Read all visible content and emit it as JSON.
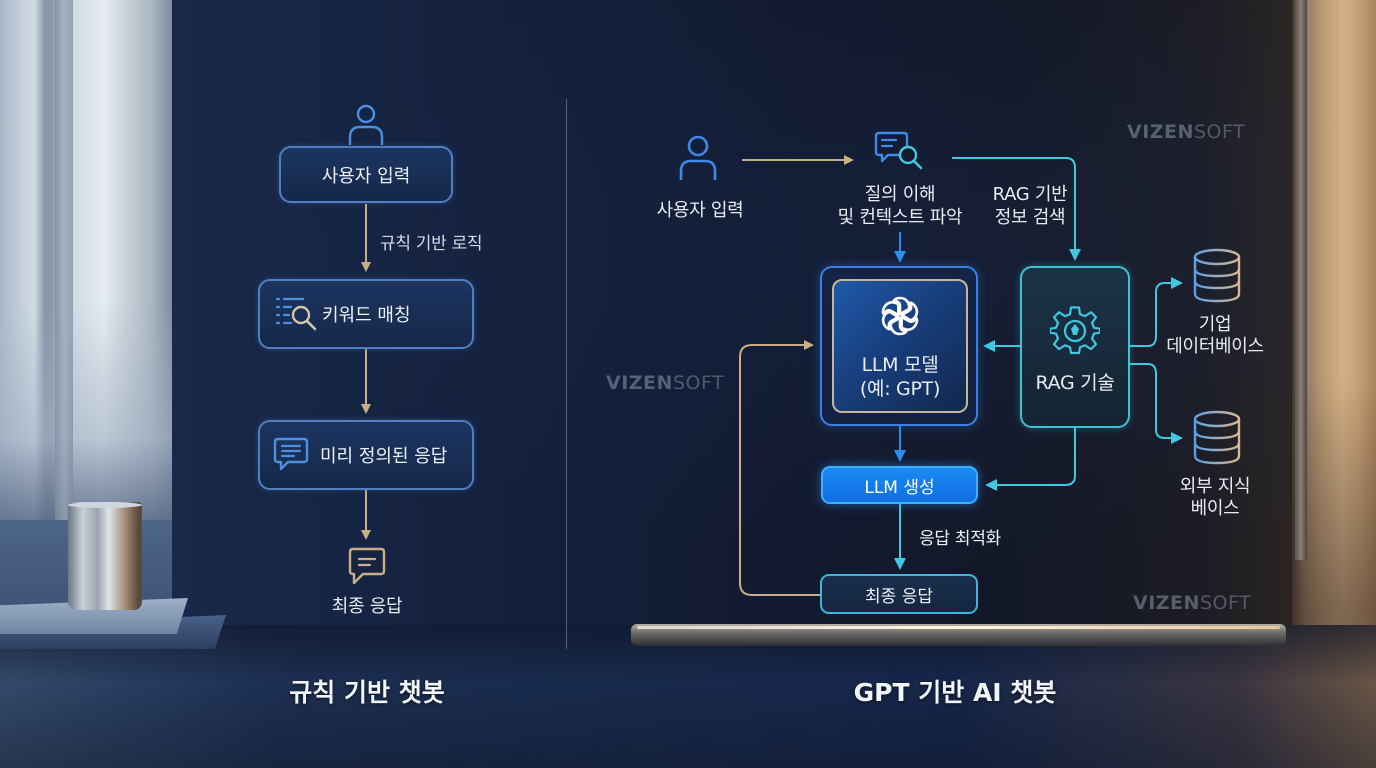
{
  "left_panel": {
    "title": "규칙 기반 챗봇",
    "nodes": {
      "user_input": "사용자 입력",
      "rule_logic_label": "규칙 기반 로직",
      "keyword_matching": "키워드 매칭",
      "predefined_response": "미리 정의된 응답",
      "final_response": "최종 응답"
    }
  },
  "right_panel": {
    "title": "GPT 기반 AI 챗봇",
    "nodes": {
      "user_input": "사용자 입력",
      "query_understanding_line1": "질의 이해",
      "query_understanding_line2": "및 컨텍스트 파악",
      "rag_search_line1": "RAG 기반",
      "rag_search_line2": "정보 검색",
      "llm_model_line1": "LLM 모델",
      "llm_model_line2": "(예: GPT)",
      "rag_tech": "RAG 기술",
      "enterprise_db_line1": "기업",
      "enterprise_db_line2": "데이터베이스",
      "external_kb_line1": "외부 지식",
      "external_kb_line2": "베이스",
      "llm_generation": "LLM 생성",
      "response_optimization": "응답 최적화",
      "final_response": "최종 응답"
    }
  },
  "watermark": {
    "bold_part": "VIZEN",
    "light_part": "SOFT"
  },
  "colors": {
    "gold_arrow": "#c9ae86",
    "blue_arrow": "#2a8ef0",
    "cyan_arrow": "#3fc8e0",
    "llm_border": "#3d7fe0",
    "llm_generation_fill": "#1b8af5"
  },
  "icons": {
    "left_user": "user-icon",
    "keyword_search": "list-search-icon",
    "chat_bubble": "chat-bubble-icon",
    "final_chat": "chat-bubble-icon",
    "right_user": "user-icon",
    "query_search": "chat-search-icon",
    "openai": "openai-logo-icon",
    "rag_gear": "gear-icon",
    "database": "database-icon"
  }
}
